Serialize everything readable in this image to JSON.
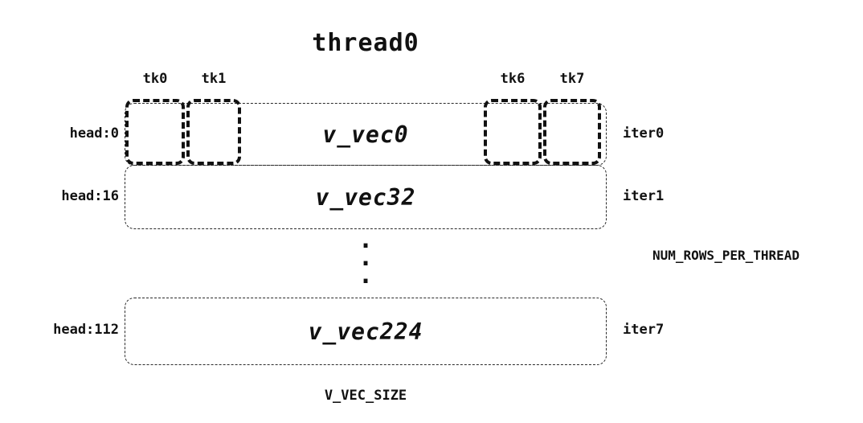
{
  "diagram": {
    "title": "thread0",
    "tk_labels": [
      "tk0",
      "tk1",
      "tk6",
      "tk7"
    ],
    "rows": [
      {
        "head": "head:0",
        "label": "v_vec0",
        "iter": "iter0"
      },
      {
        "head": "head:16",
        "label": "v_vec32",
        "iter": "iter1"
      },
      {
        "head": "head:112",
        "label": "v_vec224",
        "iter": "iter7"
      }
    ],
    "dot": ".",
    "annotations": {
      "num_rows": "NUM_ROWS_PER_THREAD",
      "v_vec_size": "V_VEC_SIZE"
    },
    "colors": {
      "ink": "#111111",
      "background": "#ffffff"
    }
  }
}
